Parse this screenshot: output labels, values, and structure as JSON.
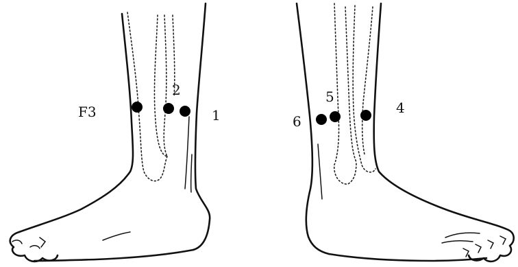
{
  "labels": {
    "left_f3": "F3",
    "left_2": "2",
    "left_1": "1",
    "right_6": "6",
    "right_5": "5",
    "right_4": "4"
  },
  "colors": {
    "ink": "#111111",
    "background": "#ffffff"
  }
}
